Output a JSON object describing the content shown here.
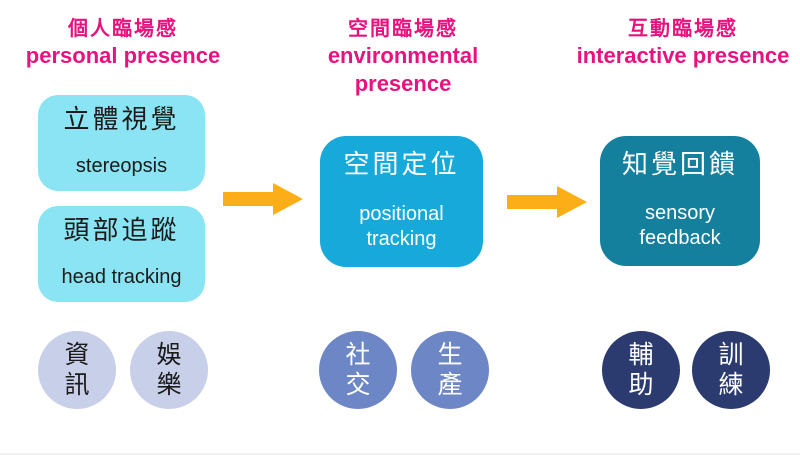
{
  "colors": {
    "header_pink": "#E6137F",
    "light_cyan": "#8BE4F4",
    "mid_cyan": "#18A9DB",
    "teal": "#15809E",
    "arrow_orange": "#FBAE17",
    "lavender": "#C8CFE9",
    "mid_blue": "#6D86C6",
    "navy": "#2B3B6F",
    "dark_text": "#1B1B1B"
  },
  "columns": [
    {
      "id": "personal",
      "header": {
        "zh": "個人臨場感",
        "en": "personal presence"
      },
      "boxes": [
        {
          "zh": "立體視覺",
          "en": "stereopsis"
        },
        {
          "zh": "頭部追蹤",
          "en": "head tracking"
        }
      ],
      "circles": [
        {
          "label": "資\n訊"
        },
        {
          "label": "娛\n樂"
        }
      ]
    },
    {
      "id": "environmental",
      "header": {
        "zh": "空間臨場感",
        "en": "environmental presence"
      },
      "boxes": [
        {
          "zh": "空間定位",
          "en": "positional\ntracking"
        }
      ],
      "circles": [
        {
          "label": "社\n交"
        },
        {
          "label": "生\n產"
        }
      ]
    },
    {
      "id": "interactive",
      "header": {
        "zh": "互動臨場感",
        "en": "interactive presence"
      },
      "boxes": [
        {
          "zh": "知覺回饋",
          "en": "sensory\nfeedback"
        }
      ],
      "circles": [
        {
          "label": "輔\n助"
        },
        {
          "label": "訓\n練"
        }
      ]
    }
  ]
}
